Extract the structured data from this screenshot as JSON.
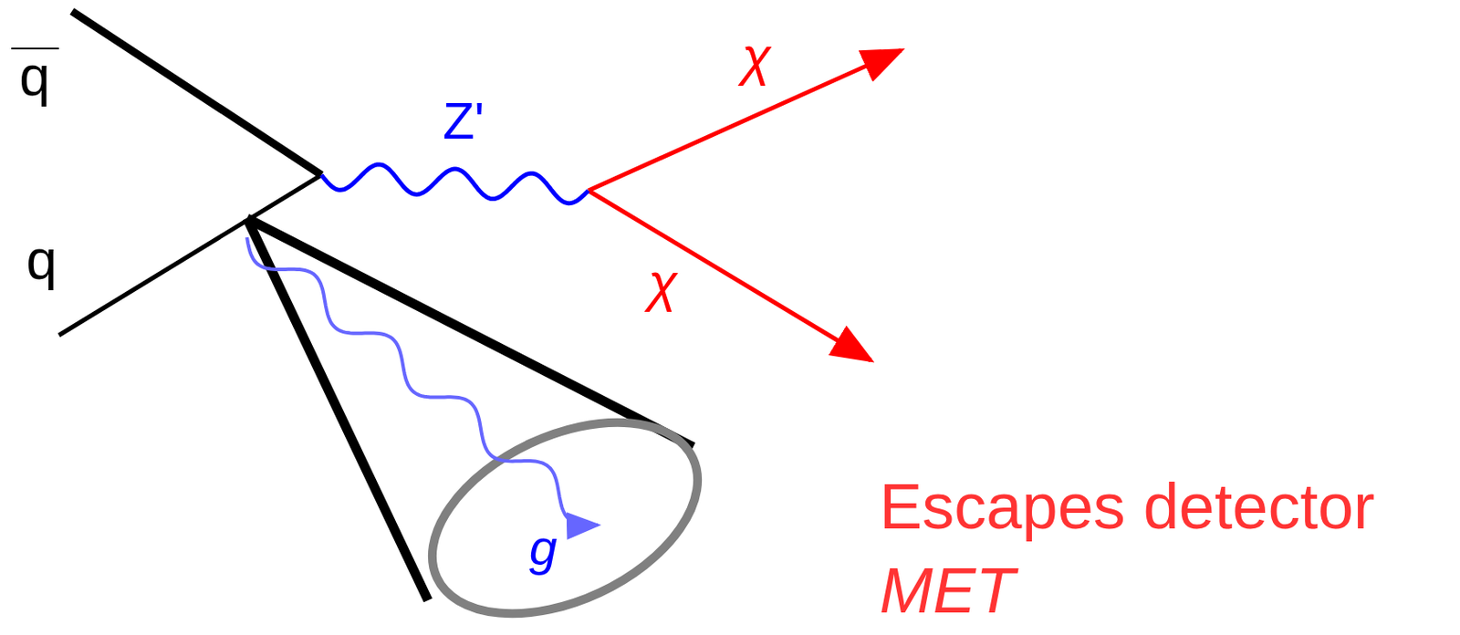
{
  "diagram": {
    "labels": [
      "q",
      "q",
      "Z'",
      "χ",
      "χ",
      "g",
      "Escapes detector",
      "MET"
    ]
  }
}
